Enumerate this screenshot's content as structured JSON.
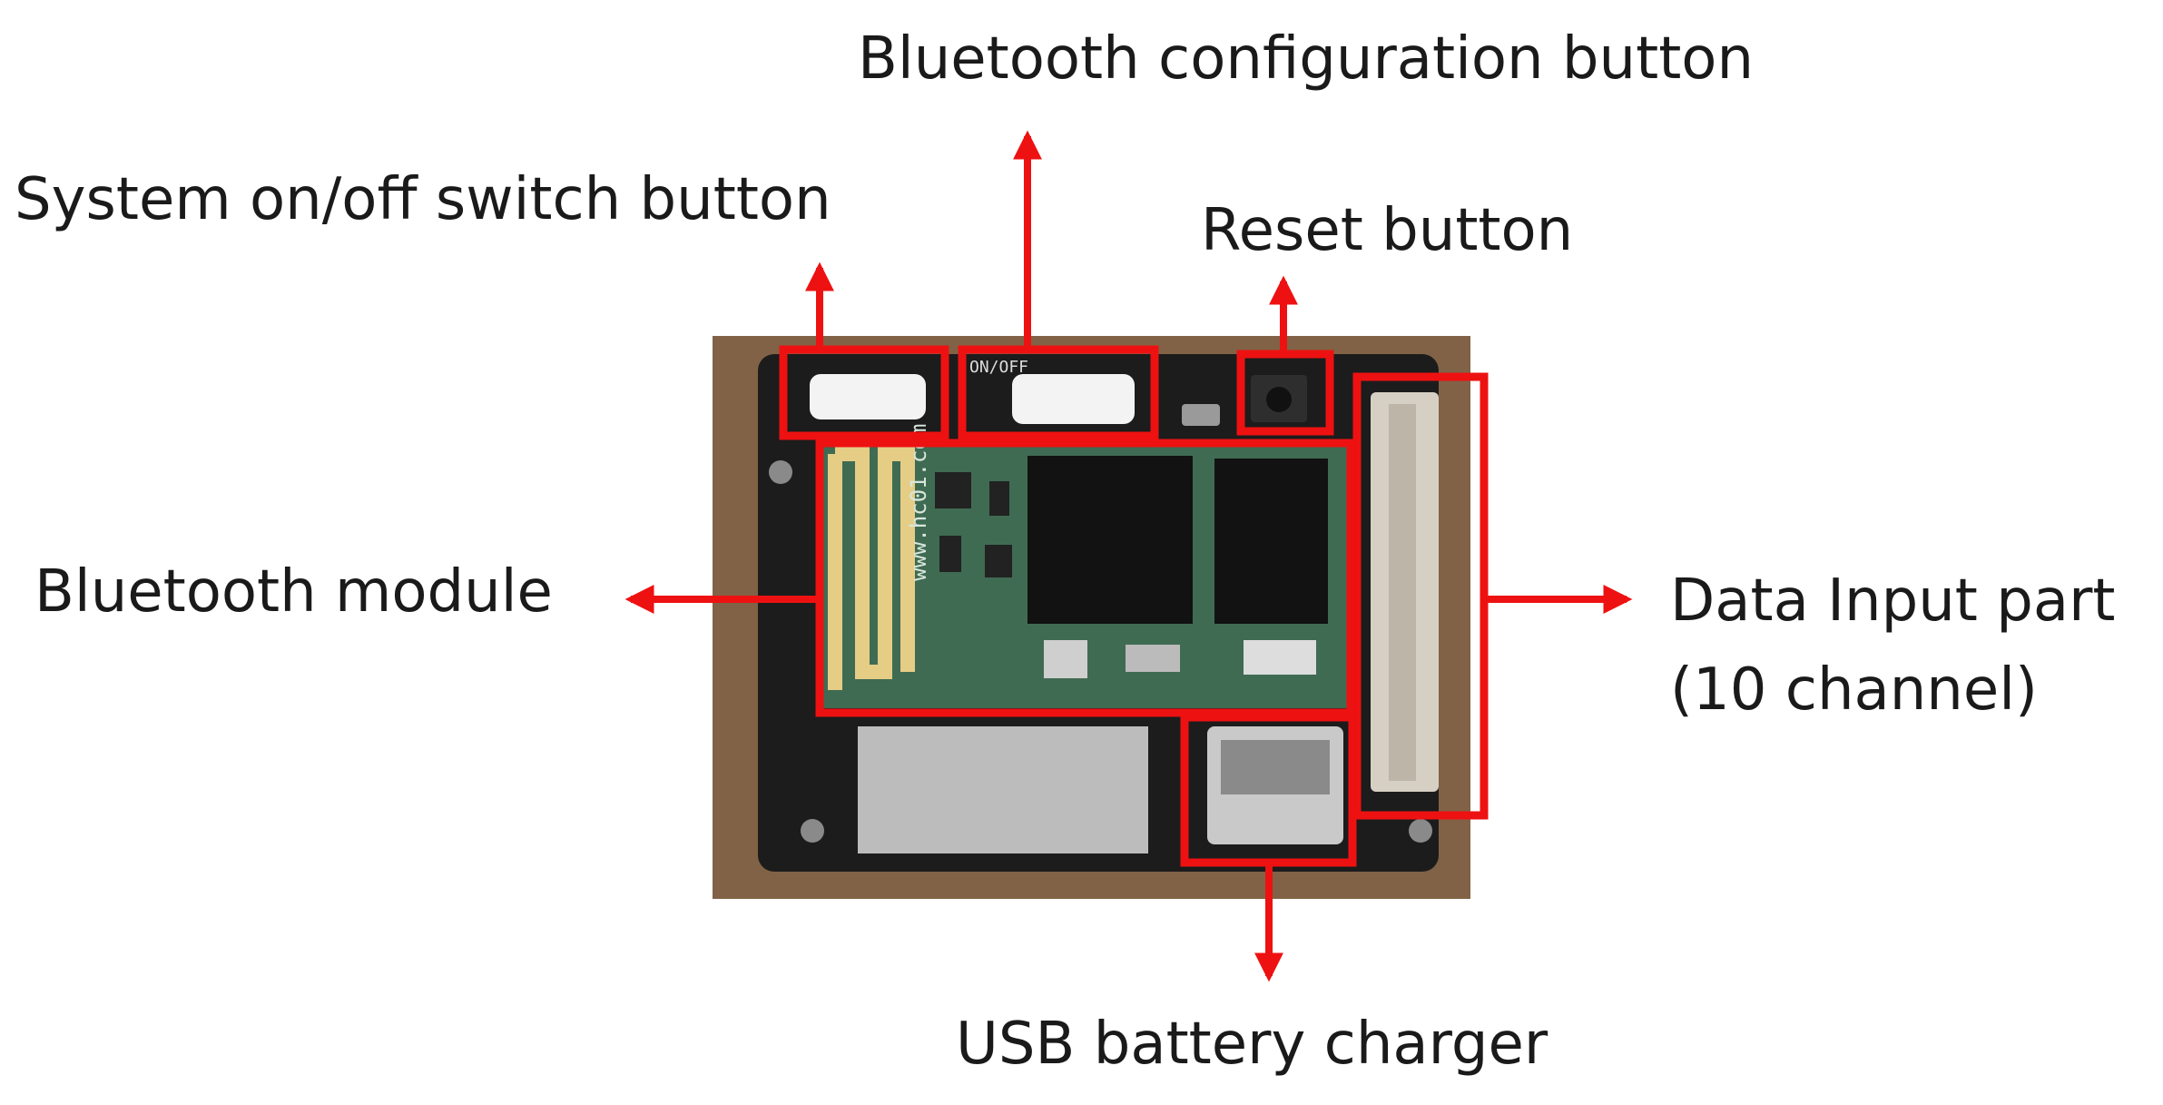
{
  "labels": {
    "bt_config": "Bluetooth configuration button",
    "system_switch": "System on/off switch button",
    "reset": "Reset button",
    "bt_module": "Bluetooth module",
    "data_input_line1": "Data Input part",
    "data_input_line2": "(10 channel)",
    "usb_charger": "USB battery charger"
  },
  "board_silkscreen": {
    "onoff": "ON/OFF",
    "antenna_url": "www.hc01.com"
  },
  "colors": {
    "callout": "#ee1111",
    "label_text": "#1a1a1a",
    "pcb": "#1c1c1c",
    "module_green": "#3f6b52",
    "background_wood": "#8a6a4d",
    "antenna_gold": "#e6cd86"
  }
}
